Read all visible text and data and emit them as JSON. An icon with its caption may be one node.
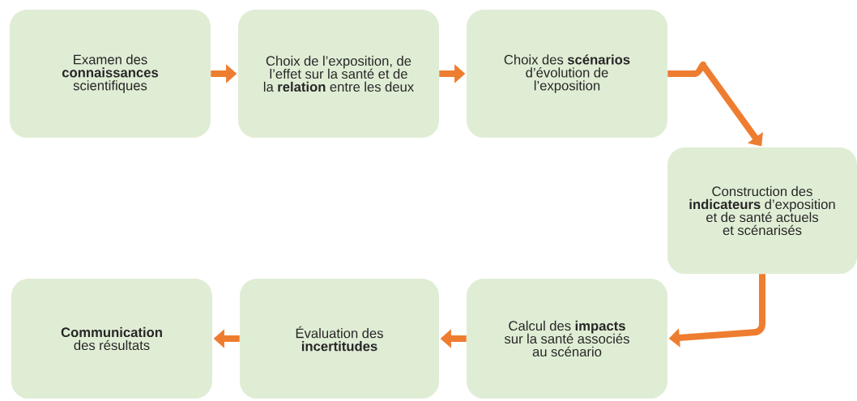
{
  "diagram": {
    "nodes": [
      {
        "text": [
          "Examen des **connaissances** scientifiques"
        ]
      },
      {
        "text": [
          "Choix de l’exposition, de l’effet sur la santé et de la **relation** entre les deux"
        ]
      },
      {
        "text": [
          "Choix des **scénarios** d’évolution de l’exposition"
        ]
      },
      {
        "text": [
          "Construction des **indicateurs** d’exposition et de santé actuels et scénarisés"
        ]
      },
      {
        "text": [
          "Calcul des **impacts** sur la santé associés au scénario"
        ]
      },
      {
        "text": [
          "Évaluation des **incertitudes**"
        ]
      },
      {
        "text": [
          "**Communication** des résultats"
        ]
      }
    ],
    "edges": [
      {
        "from": 0,
        "to": 1,
        "arrow": "to"
      },
      {
        "from": 1,
        "to": 2,
        "arrow": "to"
      },
      {
        "from": 2,
        "to": 3,
        "arrow": "to"
      },
      {
        "from": 3,
        "to": 4,
        "arrow": "to"
      },
      {
        "from": 4,
        "to": 5,
        "arrow": "to"
      },
      {
        "from": 5,
        "to": 6,
        "arrow": "to"
      }
    ]
  }
}
